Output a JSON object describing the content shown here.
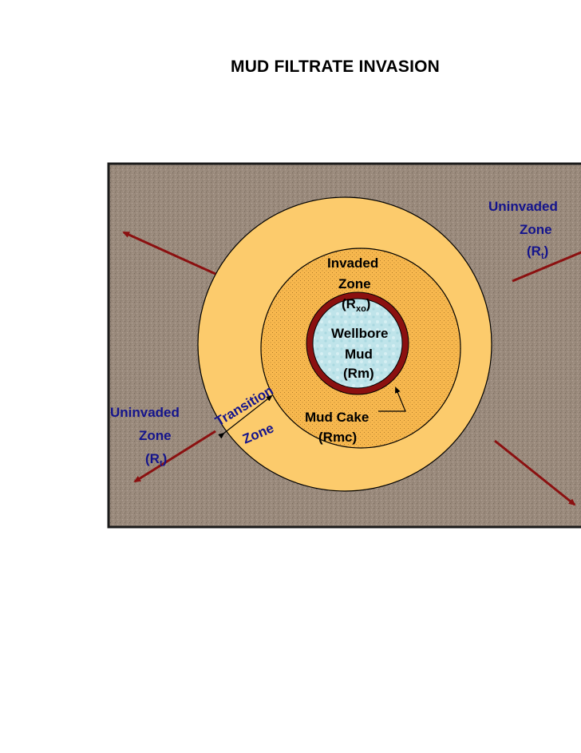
{
  "title": "MUD FILTRATE INVASION",
  "colors": {
    "rock": "#9a8a7c",
    "transition_zone": "#fccb6c",
    "invaded_zone": "#f8b84e",
    "mud_cake": "#8b1010",
    "wellbore_mud": "#bfe4ea",
    "arrow": "#8b1010",
    "label_blue": "#14148c"
  },
  "labels": {
    "uninvaded_right": {
      "line1": "Uninvaded",
      "line2": "Zone",
      "r_open": "(R",
      "r_sub": "t",
      "r_close": ")"
    },
    "uninvaded_left": {
      "line1": "Uninvaded",
      "line2": "Zone",
      "r_open": "(R",
      "r_sub": "t",
      "r_close": ")"
    },
    "invaded": {
      "line1": "Invaded",
      "line2": "Zone",
      "r_open": "(R",
      "r_sub": "xo",
      "r_close": ")"
    },
    "wellbore": {
      "line1": "Wellbore",
      "line2": "Mud",
      "line3": "(Rm)"
    },
    "transition": {
      "word1": "Transition",
      "word2": "Zone"
    },
    "mud_cake": {
      "line1": "Mud Cake",
      "line2": "(Rmc)"
    }
  }
}
